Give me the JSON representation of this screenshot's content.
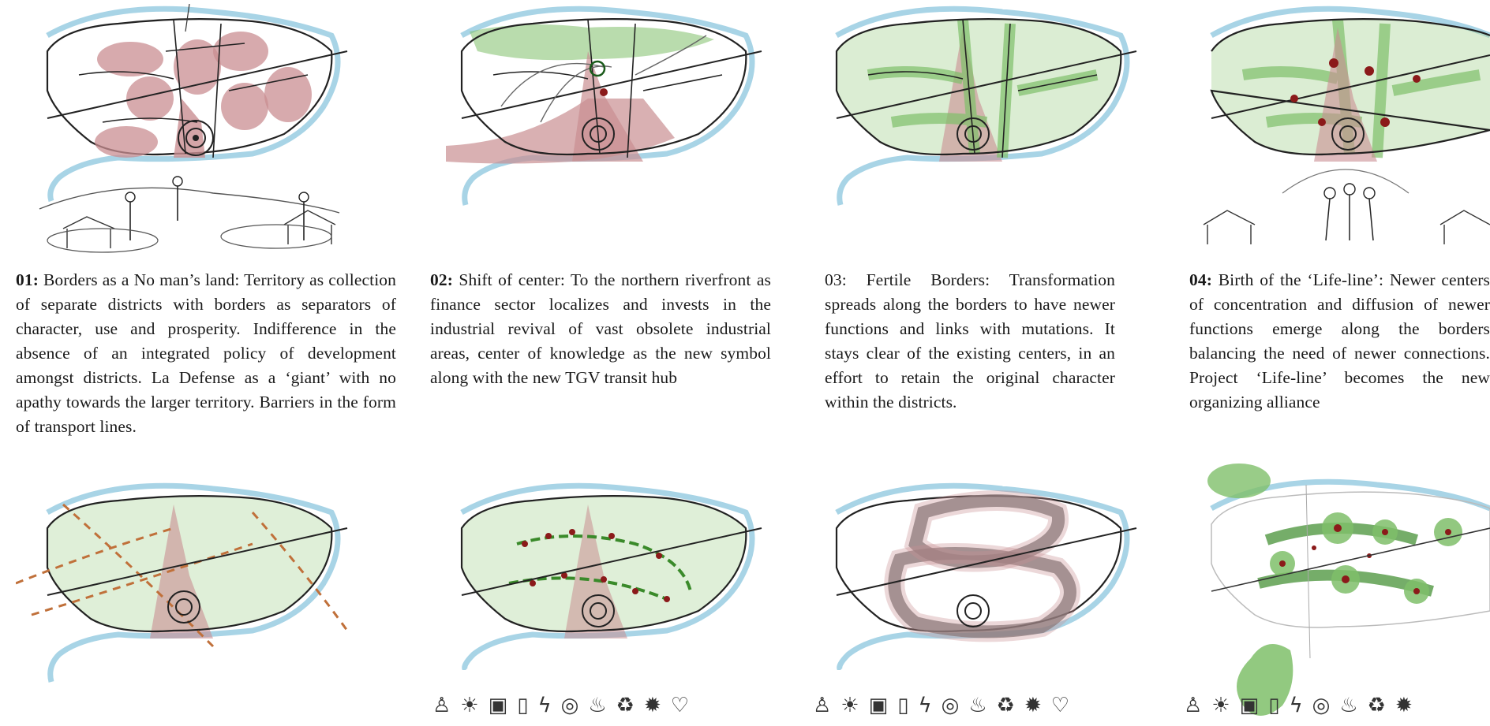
{
  "captions": [
    {
      "num": "01:",
      "text": " Borders as a No man’s land: Territory as collection of separate districts with borders as separators of character, use and prosperity. Indifference in the absence of an integrated policy of development amongst districts. La Defense as a ‘giant’ with no apathy towards the larger territory. Barriers in the form of transport lines."
    },
    {
      "num": "02:",
      "text": " Shift of center: To the northern riverfront as finance sector localizes and invests in the industrial revival of vast obsolete industrial areas, center of knowledge as the new symbol along with the new TGV transit hub"
    },
    {
      "num": "",
      "text": "03: Fertile Borders: Transformation spreads along the borders to have newer functions and links with mutations. It stays clear of the existing centers, in an effort to retain the original character within the districts."
    },
    {
      "num": "04:",
      "text": " Birth of the ‘Life-line’: Newer centers of concentration and diffusion of newer functions emerge along the borders balancing the need of newer connections. Project ‘Life-line’ becomes the new organizing alliance"
    }
  ],
  "icon_names": [
    "person-icon",
    "bulb-icon",
    "box-icon",
    "book-icon",
    "lightning-icon",
    "signal-icon",
    "drop-icon",
    "recycle-icon",
    "gear-icon",
    "heart-icon"
  ],
  "icon_glyphs": [
    "♙",
    "☀",
    "▣",
    "▯",
    "ϟ",
    "◎",
    "♨",
    "♻",
    "✹",
    "♡"
  ],
  "colors": {
    "river": "#a8d4e6",
    "red_zone": "#c98e92",
    "green_zone": "#7fbf6a",
    "light_green": "#b8dca8",
    "dark_red": "#8b1a1a",
    "orange_dash": "#c0703a",
    "olive": "#9a9a2a",
    "grey_ring": "#6d6d6d"
  }
}
